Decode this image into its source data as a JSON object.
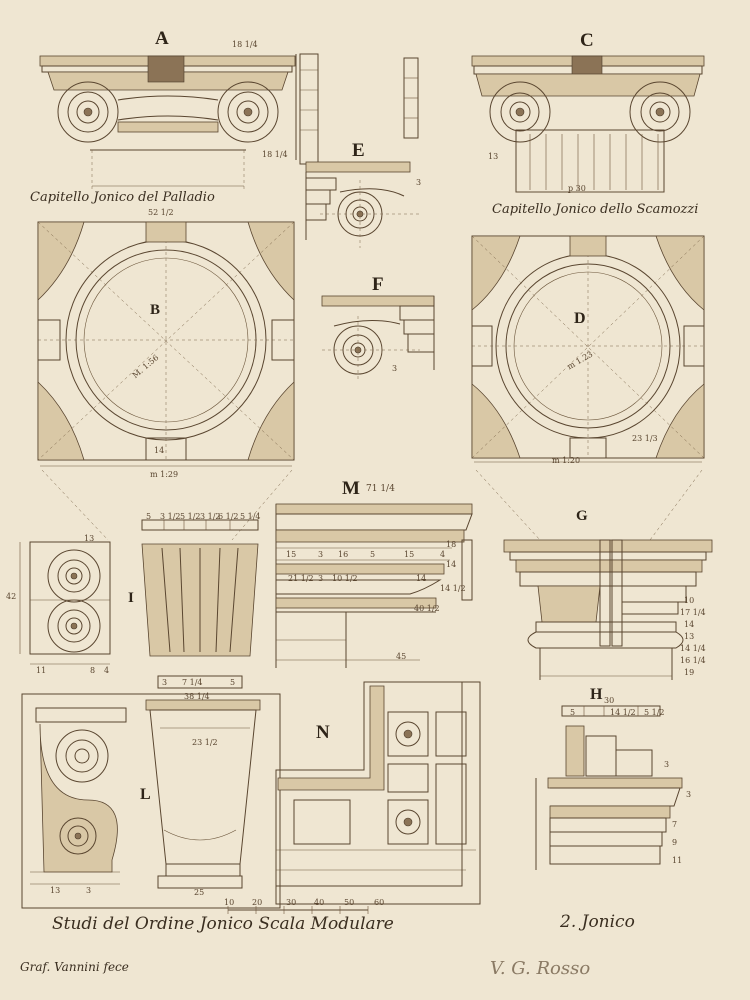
{
  "figure_labels": {
    "a": "A",
    "b": "B",
    "c": "C",
    "d": "D",
    "e": "E",
    "f": "F",
    "g": "G",
    "h": "H",
    "i": "I",
    "l": "L",
    "m": "M",
    "n": "N"
  },
  "captions": {
    "a": "Capitello Jonico del Palladio",
    "c": "Capitello Jonico dello Scamozzi"
  },
  "title_line": "Studi del Ordine Jonico  Scala  Modulare",
  "scale_numbers": [
    "10",
    "20",
    "30",
    "40",
    "50",
    "60"
  ],
  "order_note": "2. Jonico",
  "author": "Graf. Vannini fece",
  "visa": "V. G. Rosso",
  "dimensions": {
    "a_top": "18 1/4",
    "a_bottom": "52 1/2",
    "a_side": "18 1/4",
    "b_center": "M. 1:56",
    "b_bottom": "m 1:29",
    "b_left": "14",
    "c_bottom": "p 30",
    "c_side": "13",
    "d_center": "m 1.23",
    "d_bottom": "m 1:20",
    "d_right": "23 1/3",
    "e_note": "3",
    "f_note": "3",
    "m_label_dim": "71 1/4",
    "m_bottom": "45",
    "m_row1": [
      "15",
      "3",
      "16",
      "5",
      "15",
      "4"
    ],
    "m_row2": [
      "21 1/2",
      "3",
      "10 1/2",
      "14"
    ],
    "m_side": [
      "18",
      "14",
      "14 1/2",
      "40 1/2"
    ],
    "i_row": [
      "5",
      "3 1/2",
      "5 1/2",
      "3 1/2",
      "6 1/2",
      "5 1/4"
    ],
    "i_side": [
      "42",
      "13",
      "11",
      "8",
      "4"
    ],
    "l_row": [
      "3",
      "7 1/4",
      "5"
    ],
    "l_top": "38 1/4",
    "l_center": "23 1/2",
    "l_bottom": [
      "13",
      "3",
      "25"
    ],
    "g_side": [
      "10",
      "17 1/4",
      "14",
      "13",
      "14 1/4",
      "16 1/4",
      "19"
    ],
    "h_top": "30",
    "h_row": [
      "5",
      "14 1/2",
      "5 1/2"
    ],
    "h_side": [
      "3",
      "3",
      "7",
      "9",
      "11"
    ]
  },
  "colors": {
    "paper": "#efe6d2",
    "ink": "#5a4630",
    "shade": "#d9c8a6"
  }
}
